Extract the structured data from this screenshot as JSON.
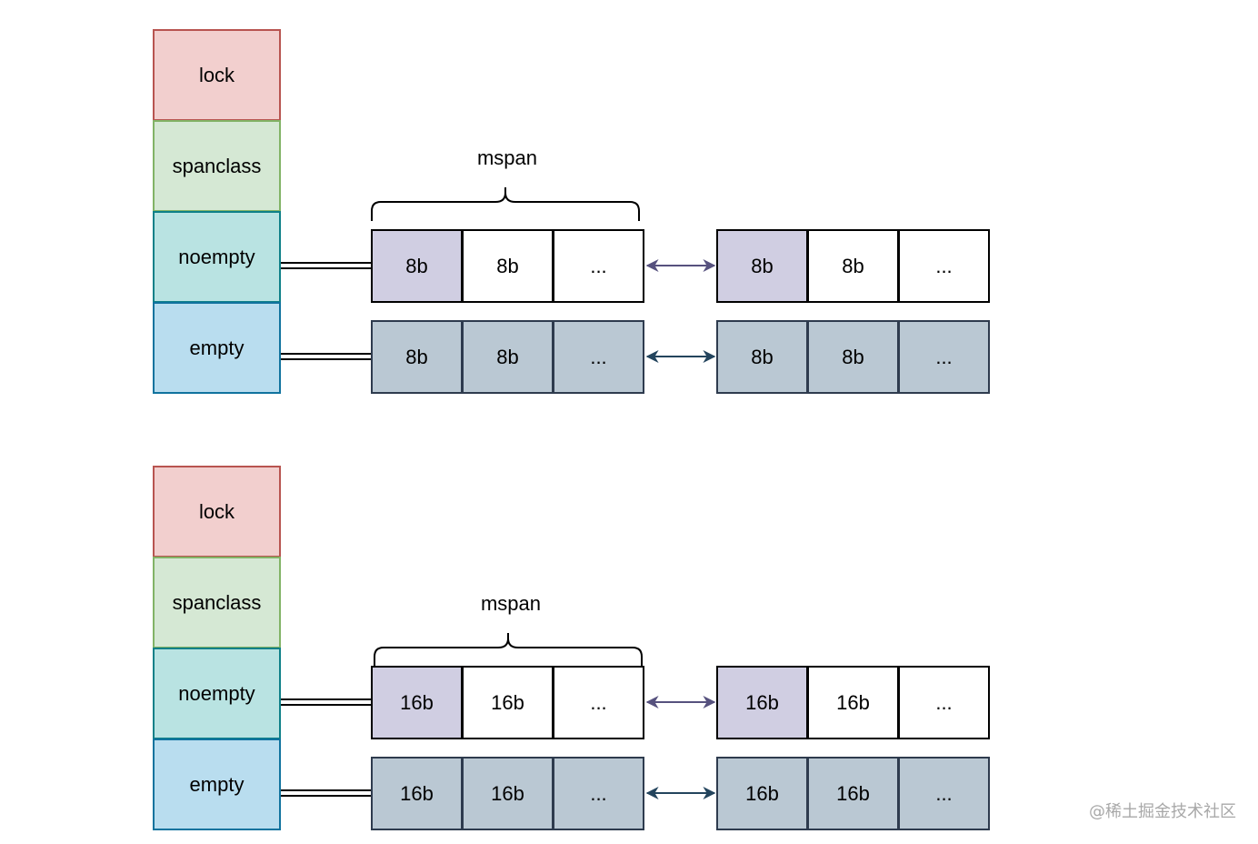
{
  "colors": {
    "lock_fill": "#f2cfce",
    "lock_border": "#b85450",
    "spanclass_fill": "#d5e8d4",
    "spanclass_border": "#82b366",
    "noempty_fill": "#b9e3e2",
    "noempty_border": "#0e8088",
    "empty_fill": "#b9ddef",
    "empty_border": "#10739e",
    "purple_cell": "#d0cee2",
    "white_cell": "#ffffff",
    "grey_cell": "#bac8d3",
    "arrow_noempty": "#56517e",
    "arrow_empty": "#23445d"
  },
  "watermark": "@稀土掘金技术社区",
  "groups": [
    {
      "fields": [
        "lock",
        "spanclass",
        "noempty",
        "empty"
      ],
      "mspan_label": "mspan",
      "noempty_rows": [
        [
          "8b",
          "8b",
          "..."
        ],
        [
          "8b",
          "8b",
          "..."
        ]
      ],
      "empty_rows": [
        [
          "8b",
          "8b",
          "..."
        ],
        [
          "8b",
          "8b",
          "..."
        ]
      ]
    },
    {
      "fields": [
        "lock",
        "spanclass",
        "noempty",
        "empty"
      ],
      "mspan_label": "mspan",
      "noempty_rows": [
        [
          "16b",
          "16b",
          "..."
        ],
        [
          "16b",
          "16b",
          "..."
        ]
      ],
      "empty_rows": [
        [
          "16b",
          "16b",
          "..."
        ],
        [
          "16b",
          "16b",
          "..."
        ]
      ]
    }
  ]
}
